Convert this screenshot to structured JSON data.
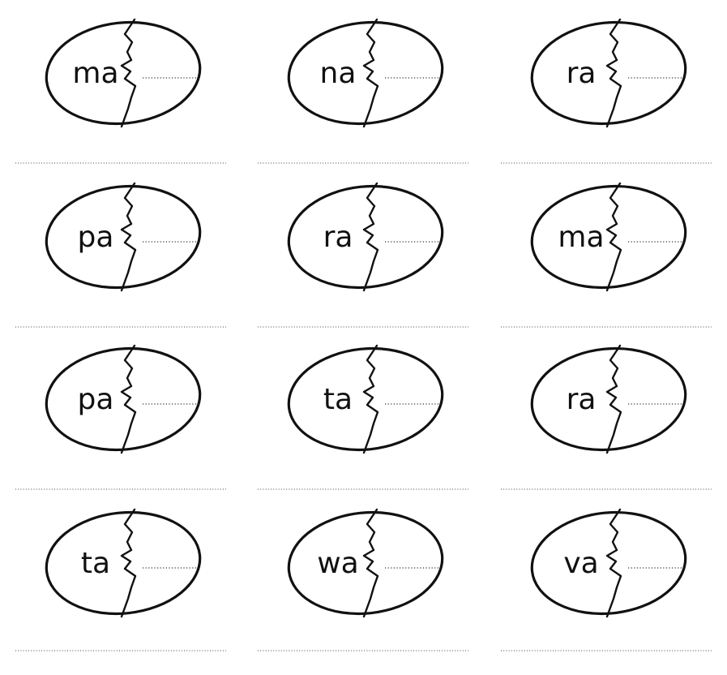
{
  "worksheet": {
    "eggs": [
      {
        "syllable": "ma"
      },
      {
        "syllable": "na"
      },
      {
        "syllable": "ra"
      },
      {
        "syllable": "pa"
      },
      {
        "syllable": "ra"
      },
      {
        "syllable": "ma"
      },
      {
        "syllable": "pa"
      },
      {
        "syllable": "ta"
      },
      {
        "syllable": "ra"
      },
      {
        "syllable": "ta"
      },
      {
        "syllable": "wa"
      },
      {
        "syllable": "va"
      }
    ]
  },
  "colors": {
    "ink": "#111111",
    "paper": "#ffffff"
  }
}
